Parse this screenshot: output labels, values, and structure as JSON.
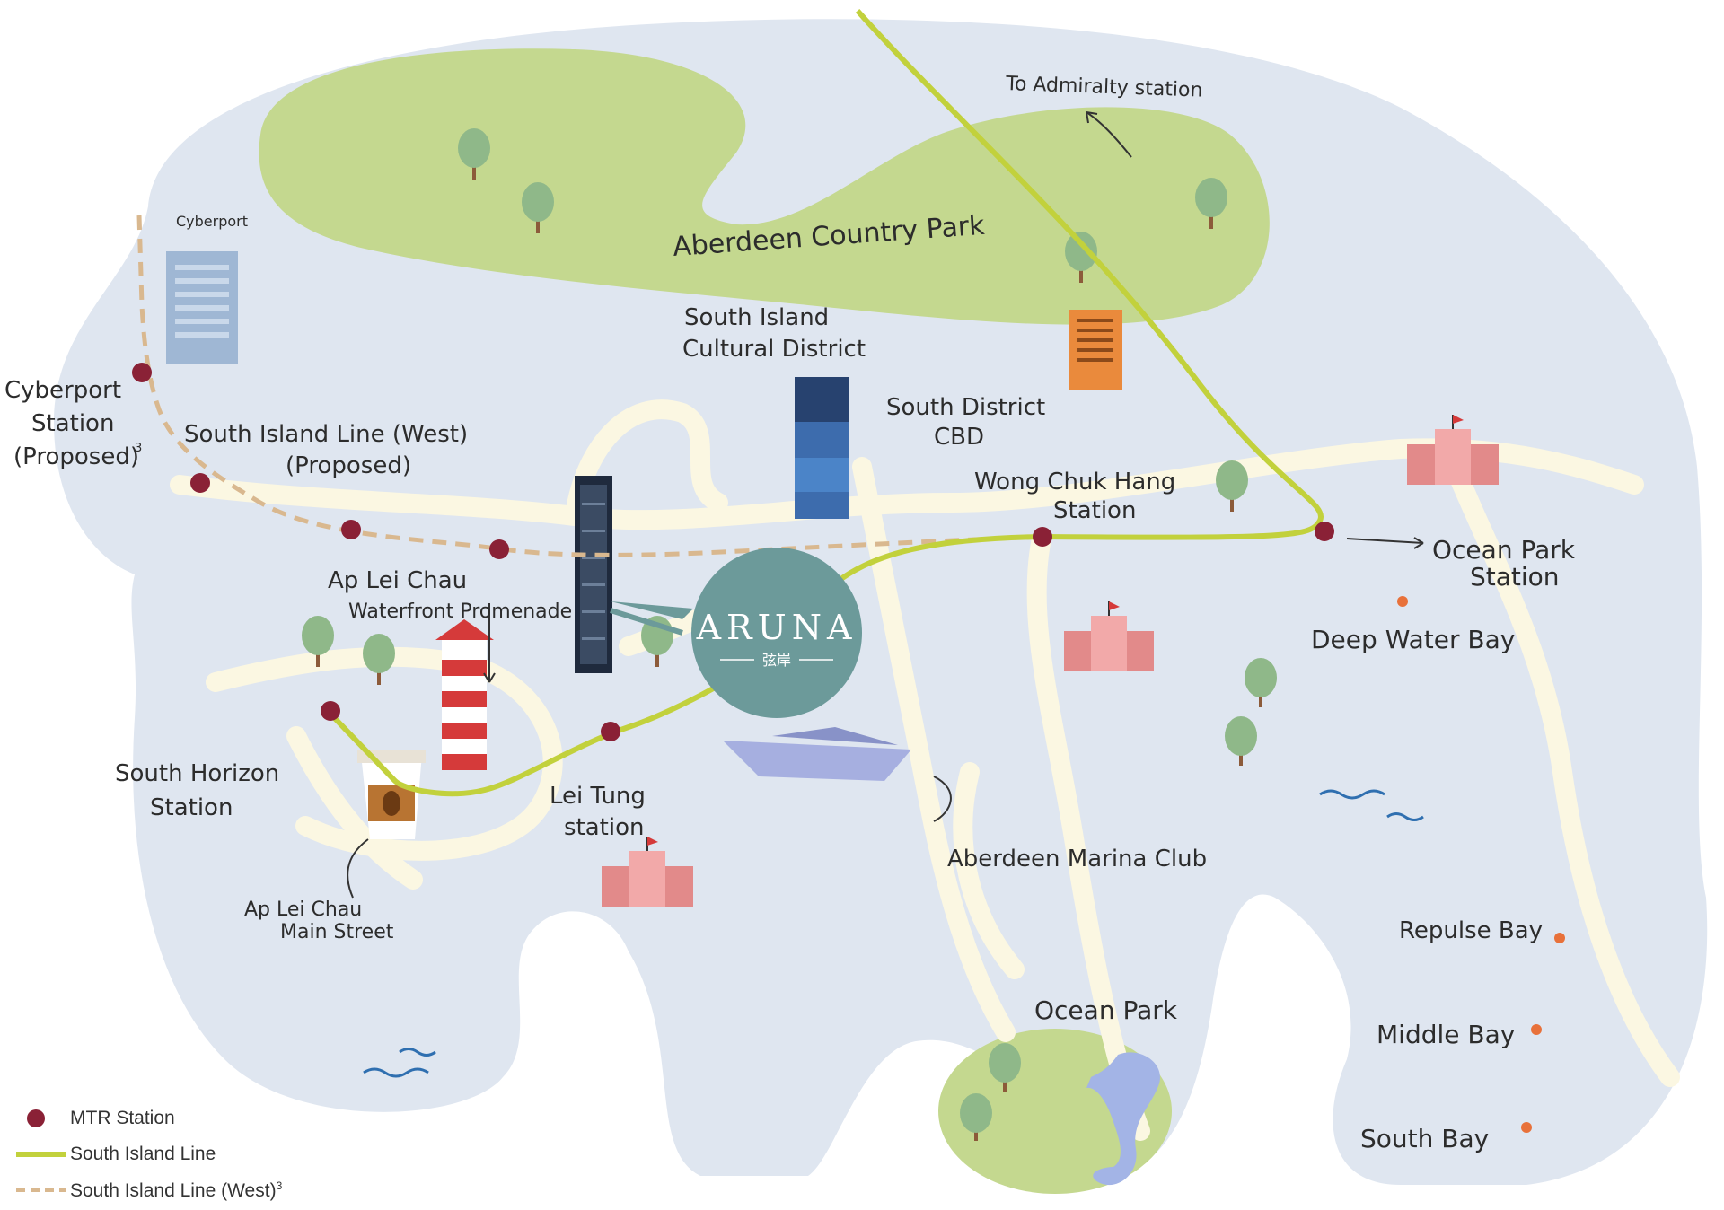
{
  "brand": {
    "name": "ARUNA",
    "name_cn": "弦岸"
  },
  "labels": {
    "admiralty": "To Admiralty station",
    "country_park": "Aberdeen Country Park",
    "cyberport": "Cyberport",
    "cultural_1": "South Island",
    "cultural_2": "Cultural District",
    "cbd_1": "South District",
    "cbd_2": "CBD",
    "wong_chuk_hang_1": "Wong Chuk Hang",
    "wong_chuk_hang_2": "Station",
    "ocean_park_station_1": "Ocean Park",
    "ocean_park_station_2": "Station",
    "cyberport_station_1": "Cyberport",
    "cyberport_station_2": "Station",
    "cyberport_station_3": "(Proposed)",
    "cyberport_station_sup": "3",
    "sil_west_1": "South Island Line (West)",
    "sil_west_2": "(Proposed)",
    "promenade_1": "Ap Lei Chau",
    "promenade_2": "Waterfront Promenade",
    "deep_water_bay": "Deep Water Bay",
    "south_horizon_1": "South Horizon",
    "south_horizon_2": "Station",
    "lei_tung_1": "Lei Tung",
    "lei_tung_2": "station",
    "marina_club": "Aberdeen Marina Club",
    "main_street_1": "Ap Lei Chau",
    "main_street_2": "Main Street",
    "ocean_park": "Ocean Park",
    "repulse_bay": "Repulse Bay",
    "middle_bay": "Middle Bay",
    "south_bay": "South Bay"
  },
  "legend": {
    "mtr": "MTR Station",
    "sil": "South Island Line",
    "sil_west": "South Island Line (West)",
    "sil_west_sup": "3"
  },
  "colors": {
    "land": "#dfe6f0",
    "park": "#c4d88f",
    "road": "#fbf7e2",
    "line": "#c2d13c",
    "line_west": "#d9b88f",
    "station": "#8a2136",
    "beach": "#e8713a",
    "badge": "#6c9a9a",
    "water_wave": "#2f6fb0"
  }
}
